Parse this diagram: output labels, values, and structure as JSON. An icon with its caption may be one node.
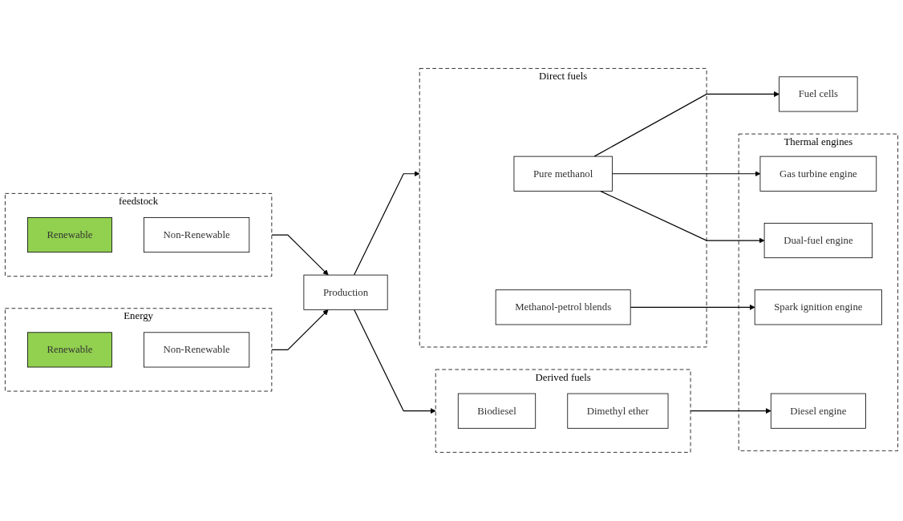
{
  "diagram": {
    "nodes": [
      {
        "text": [
          "feedstock"
        ]
      },
      {
        "text": [
          "Renewable"
        ],
        "in": 0
      },
      {
        "text": [
          "Non-Renewable"
        ],
        "in": 0
      },
      {
        "text": [
          "Energy"
        ]
      },
      {
        "text": [
          "Renewable"
        ],
        "in": 3
      },
      {
        "text": [
          "Non-Renewable"
        ],
        "in": 3
      },
      {
        "text": [
          "Production"
        ]
      },
      {
        "text": [
          "Direct fuels"
        ]
      },
      {
        "text": [
          "Pure methanol"
        ],
        "in": 7
      },
      {
        "text": [
          "Methanol-petrol blends"
        ],
        "in": 7
      },
      {
        "text": [
          "Derived fuels"
        ]
      },
      {
        "text": [
          "Biodiesel"
        ],
        "in": 10
      },
      {
        "text": [
          "Dimethyl ether"
        ],
        "in": 10
      },
      {
        "text": [
          "Fuel cells"
        ]
      },
      {
        "text": [
          "Thermal engines"
        ]
      },
      {
        "text": [
          "Spark ignition engine"
        ],
        "in": 14
      },
      {
        "text": [
          "Gas turbine engine"
        ],
        "in": 14
      },
      {
        "text": [
          "Dual-fuel engine"
        ],
        "in": 14
      },
      {
        "text": [
          "Diesel engine"
        ],
        "in": 14
      }
    ],
    "edges": [
      {
        "from": 0,
        "to": 6,
        "arrow": "to"
      },
      {
        "from": 3,
        "to": 6,
        "arrow": "to"
      },
      {
        "from": 6,
        "to": 7,
        "arrow": "to"
      },
      {
        "from": 6,
        "to": 10,
        "arrow": "to"
      },
      {
        "from": 8,
        "to": 13,
        "arrow": "to"
      },
      {
        "from": 9,
        "to": 15,
        "arrow": "to"
      },
      {
        "from": 8,
        "to": 16,
        "arrow": "to"
      },
      {
        "from": 8,
        "to": 17,
        "arrow": "to"
      },
      {
        "from": 10,
        "to": 18,
        "arrow": "to"
      }
    ]
  }
}
